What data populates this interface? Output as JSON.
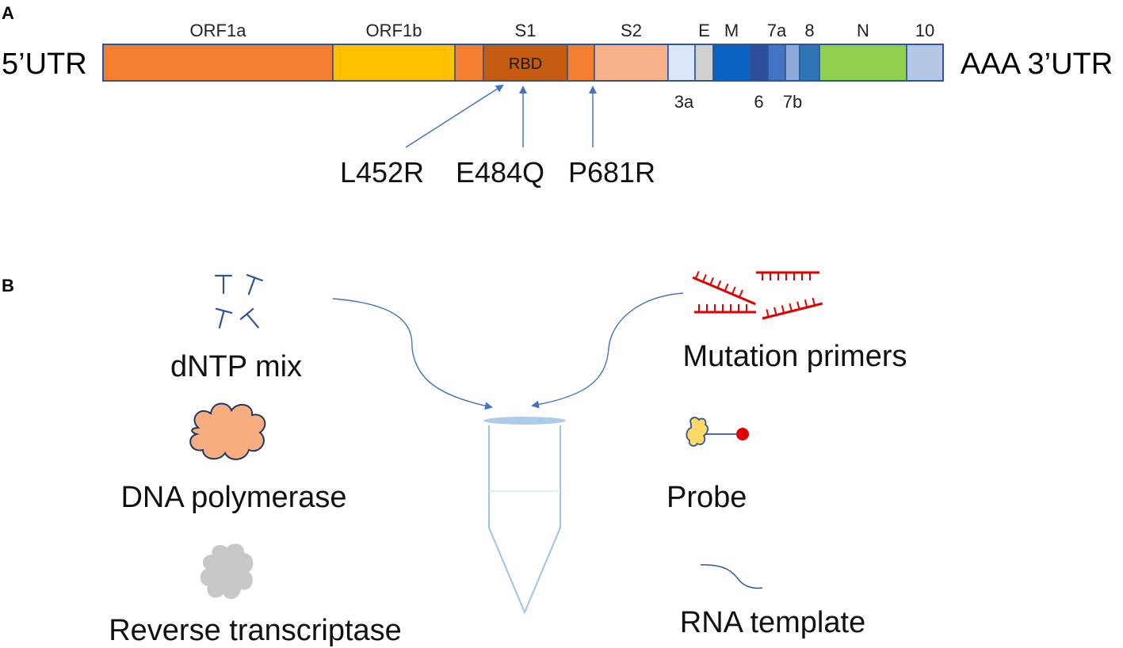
{
  "panel_a": {
    "label": "A",
    "utr5": "5’UTR",
    "utr3": "AAA 3’UTR",
    "genes": [
      {
        "id": "orf1a",
        "label": "ORF1a",
        "color": "#f47f30",
        "label_pos": "top"
      },
      {
        "id": "orf1b",
        "label": "ORF1b",
        "color": "#ffc000",
        "label_pos": "top"
      },
      {
        "id": "s1-a",
        "label": "",
        "color": "#f47f30",
        "label_pos": "none"
      },
      {
        "id": "rbd",
        "label": "RBD",
        "color": "#c55a11",
        "label_pos": "inside"
      },
      {
        "id": "s1-b",
        "label": "",
        "color": "#f47f30",
        "label_pos": "none"
      },
      {
        "id": "s2",
        "label": "S2",
        "color": "#f8b28a",
        "label_pos": "top"
      },
      {
        "id": "3a",
        "label": "3a",
        "color": "#dbe6f8",
        "label_pos": "bottom"
      },
      {
        "id": "e",
        "label": "E",
        "color": "#d0d0d0",
        "label_pos": "top"
      },
      {
        "id": "m",
        "label": "M",
        "color": "#0a63c2",
        "label_pos": "top"
      },
      {
        "id": "6",
        "label": "6",
        "color": "#2b4f9a",
        "label_pos": "bottom"
      },
      {
        "id": "7a",
        "label": "7a",
        "color": "#4472c4",
        "label_pos": "top"
      },
      {
        "id": "7b",
        "label": "7b",
        "color": "#8eaadb",
        "label_pos": "bottom"
      },
      {
        "id": "8",
        "label": "8",
        "color": "#2e75b6",
        "label_pos": "top"
      },
      {
        "id": "n",
        "label": "N",
        "color": "#92d050",
        "label_pos": "top"
      },
      {
        "id": "10",
        "label": "10",
        "color": "#b4c7e7",
        "label_pos": "top"
      }
    ],
    "s1_label": "S1",
    "mutations": [
      "L452R",
      "E484Q",
      "P681R"
    ]
  },
  "panel_b": {
    "label": "B",
    "items": {
      "dntp": "dNTP mix",
      "polymerase": "DNA polymerase",
      "rt": "Reverse transcriptase",
      "primers": "Mutation primers",
      "probe": "Probe",
      "rna": "RNA template"
    },
    "colors": {
      "accent_blue": "#4472c4",
      "primer_red": "#e00000",
      "polymerase_fill": "#f8ad7e",
      "rt_fill": "#c8c8c8",
      "probe_fill": "#ffd966",
      "tube": "#9dc3e6"
    }
  }
}
